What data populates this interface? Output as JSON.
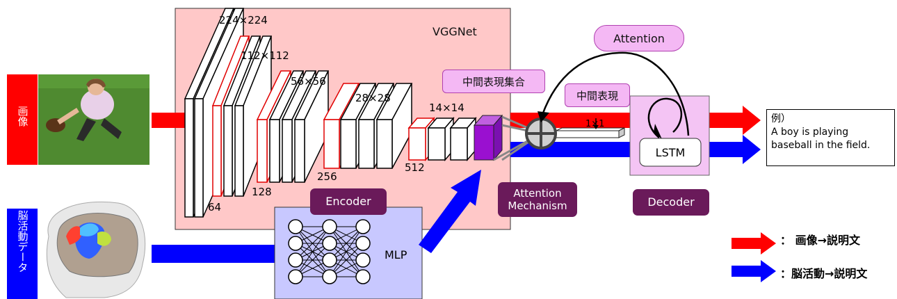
{
  "labels": {
    "image": "画像",
    "brain": "脳活動データ",
    "vggnet": "VGGNet",
    "attention": "Attention",
    "intermediate_set": "中間表現集合",
    "intermediate": "中間表現",
    "scalar": "1×1",
    "lstm": "LSTM",
    "encoder": "Encoder",
    "attention_mechanism_line1": "Attention",
    "attention_mechanism_line2": "Mechanism",
    "decoder": "Decoder",
    "mlp": "MLP"
  },
  "layer_sizes": [
    "224×224",
    "112×112",
    "56×56",
    "28×28",
    "14×14"
  ],
  "channel_sizes": [
    "64",
    "128",
    "256",
    "512"
  ],
  "example": {
    "line1": "例）",
    "line2": "A boy is playing",
    "line3": "baseball  in the field."
  },
  "legend": {
    "red_label": "：  画像→説明文",
    "blue_label": "：脳活動→説明文"
  },
  "colors": {
    "red": "#ff0000",
    "blue": "#0000ff",
    "vgg_bg": "#ffc8c8",
    "mlp_bg": "#c8c8ff",
    "decoder_bg": "#f4c4f4",
    "label_purple": "#6a1a5a",
    "attention_block": "#9a10d0"
  }
}
